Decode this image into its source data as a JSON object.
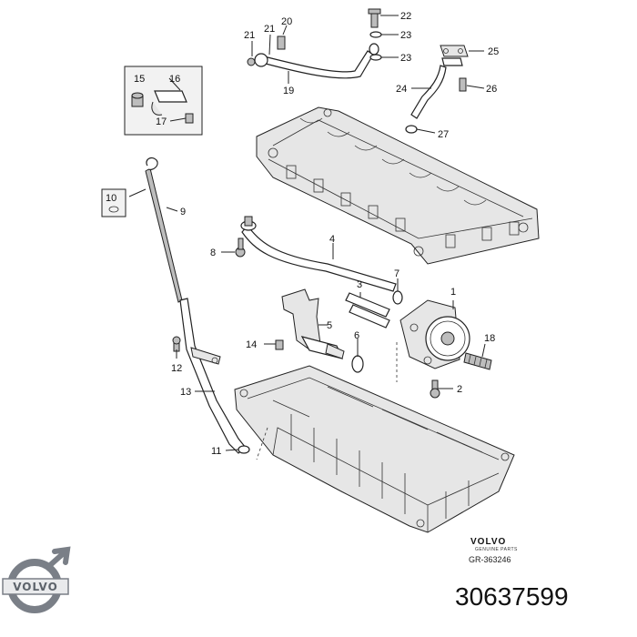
{
  "labels": [
    "1",
    "2",
    "3",
    "4",
    "5",
    "6",
    "7",
    "8",
    "9",
    "10",
    "11",
    "12",
    "13",
    "14",
    "15",
    "16",
    "17",
    "18",
    "19",
    "20",
    "21",
    "21",
    "22",
    "23",
    "23",
    "24",
    "25",
    "26",
    "27"
  ],
  "brand": {
    "name": "VOLVO",
    "sub": "GENUINE PARTS",
    "ref": "GR-363246"
  },
  "part_number": "30637599",
  "colors": {
    "line": "#222222",
    "fill_light": "#e6e6e6",
    "fill_dark": "#bdbdbd",
    "logo": "#7a7f87"
  }
}
